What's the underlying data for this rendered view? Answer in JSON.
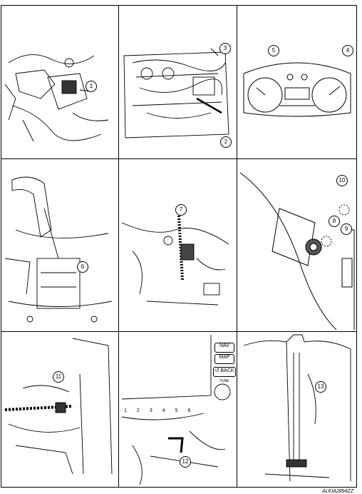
{
  "callouts": [
    "1",
    "2",
    "3",
    "4",
    "5",
    "6",
    "7",
    "8",
    "9",
    "10",
    "11",
    "12",
    "13"
  ],
  "figure_code": "ALKIA2894ZZ",
  "radio_panel": {
    "nav_label": "NAV",
    "map_label": "MAP",
    "back_label": "↺ BACK",
    "tune_label": "TUNE",
    "presets": [
      "1",
      "2",
      "3",
      "4",
      "5",
      "6"
    ]
  }
}
